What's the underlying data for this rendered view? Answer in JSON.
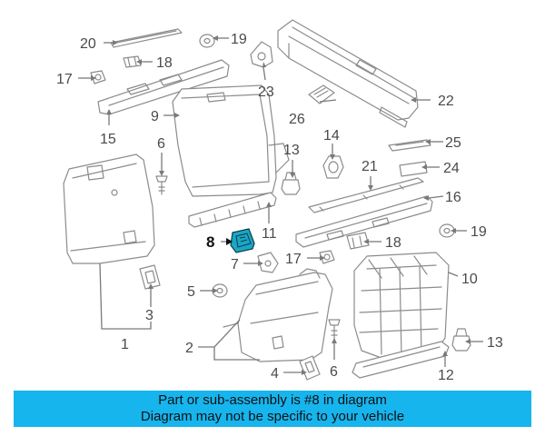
{
  "labels": {
    "p1": "1",
    "p2": "2",
    "p3": "3",
    "p4": "4",
    "p5": "5",
    "p6a": "6",
    "p6b": "6",
    "p7": "7",
    "p8": "8",
    "p9": "9",
    "p10": "10",
    "p11": "11",
    "p12": "12",
    "p13a": "13",
    "p13b": "13",
    "p14": "14",
    "p15": "15",
    "p16": "16",
    "p17a": "17",
    "p17b": "17",
    "p18a": "18",
    "p18b": "18",
    "p19a": "19",
    "p19b": "19",
    "p20": "20",
    "p21": "21",
    "p22": "22",
    "p23": "23",
    "p24": "24",
    "p25": "25",
    "p26": "26"
  },
  "highlighted_part": "8",
  "banner": {
    "line1": "Part or sub-assembly is #8 in diagram",
    "line2": "Diagram may not be specific to your vehicle"
  },
  "colors": {
    "banner": "#16b5ee",
    "highlight": "#1aa7c6",
    "line": "#8c8c8c"
  }
}
